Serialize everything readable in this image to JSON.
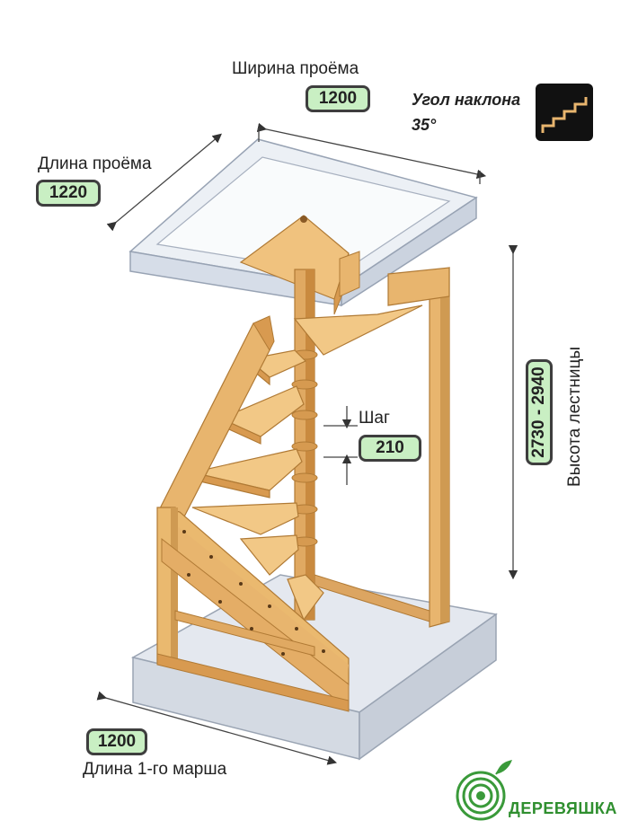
{
  "labels": {
    "opening_width": "Ширина проёма",
    "opening_length": "Длина проёма",
    "slope_angle_line1": "Угол наклона",
    "slope_angle_line2": "35°",
    "step_pitch": "Шаг",
    "stair_height": "Высота лестницы",
    "first_flight_length": "Длина 1-го марша"
  },
  "values": {
    "opening_width": "1200",
    "opening_length": "1220",
    "step_pitch": "210",
    "stair_height": "2730 - 2940",
    "first_flight_length": "1200"
  },
  "brand": {
    "name": "ДЕРЕВЯШКА"
  },
  "icons": {
    "angle": "stairs-icon",
    "logo": "tree-rings-logo-icon"
  },
  "colors": {
    "wood": "#e8b56e",
    "wood_dark": "#c98a3f",
    "badge_fill": "#c9efc3",
    "glass": "#dde3ec",
    "brand_green": "#2f8f2f"
  }
}
